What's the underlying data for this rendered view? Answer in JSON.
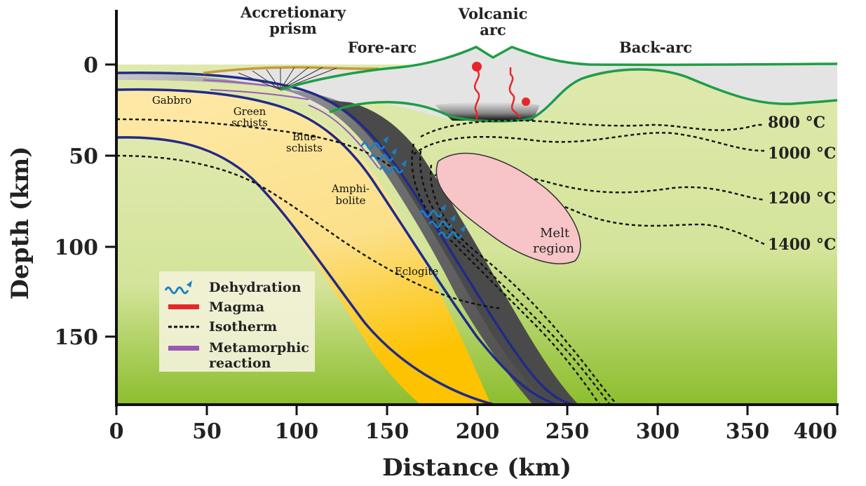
{
  "axes": {
    "xlabel": "Distance (km)",
    "ylabel": "Depth (km)",
    "xticks": [
      "0",
      "50",
      "100",
      "150",
      "200",
      "250",
      "300",
      "350",
      "400"
    ],
    "yticks": [
      "0",
      "50",
      "100",
      "150"
    ]
  },
  "regions": {
    "accretionary_line1": "Accretionary",
    "accretionary_line2": "prism",
    "volcanic_line1": "Volcanic",
    "volcanic_line2": "arc",
    "fore_arc": "Fore-arc",
    "back_arc": "Back-arc"
  },
  "rock_labels": {
    "gabbro": "Gabbro",
    "green_1": "Green",
    "green_2": "schists",
    "blue_1": "Blue",
    "blue_2": "schists",
    "amphi_1": "Amphi-",
    "amphi_2": "bolite",
    "eclogite": "Eclogite"
  },
  "melt": {
    "line1": "Melt",
    "line2": "region"
  },
  "isotherms": [
    "800 °C",
    "1000 °C",
    "1200 °C",
    "1400 °C"
  ],
  "legend": {
    "dehydration": "Dehydration",
    "magma": "Magma",
    "isotherm": "Isotherm",
    "metamorphic_1": "Metamorphic",
    "metamorphic_2": "reaction"
  },
  "colors": {
    "mantle_top": "#dde8a8",
    "mantle_bottom": "#8bbd2c",
    "crust": "#fbe6a0",
    "crust_deep": "#fdc200",
    "slab_dark": "#4a4a4a",
    "slab_outline": "#1f2b8a",
    "arc_crust": "#e6e6e6",
    "arc_outline": "#1e9e44",
    "accretionary": "#c79a3a",
    "melt": "#f7c5c8",
    "magma": "#e8262a",
    "metamorphic": "#9b59b6",
    "dehydration": "#1f8fd6"
  }
}
